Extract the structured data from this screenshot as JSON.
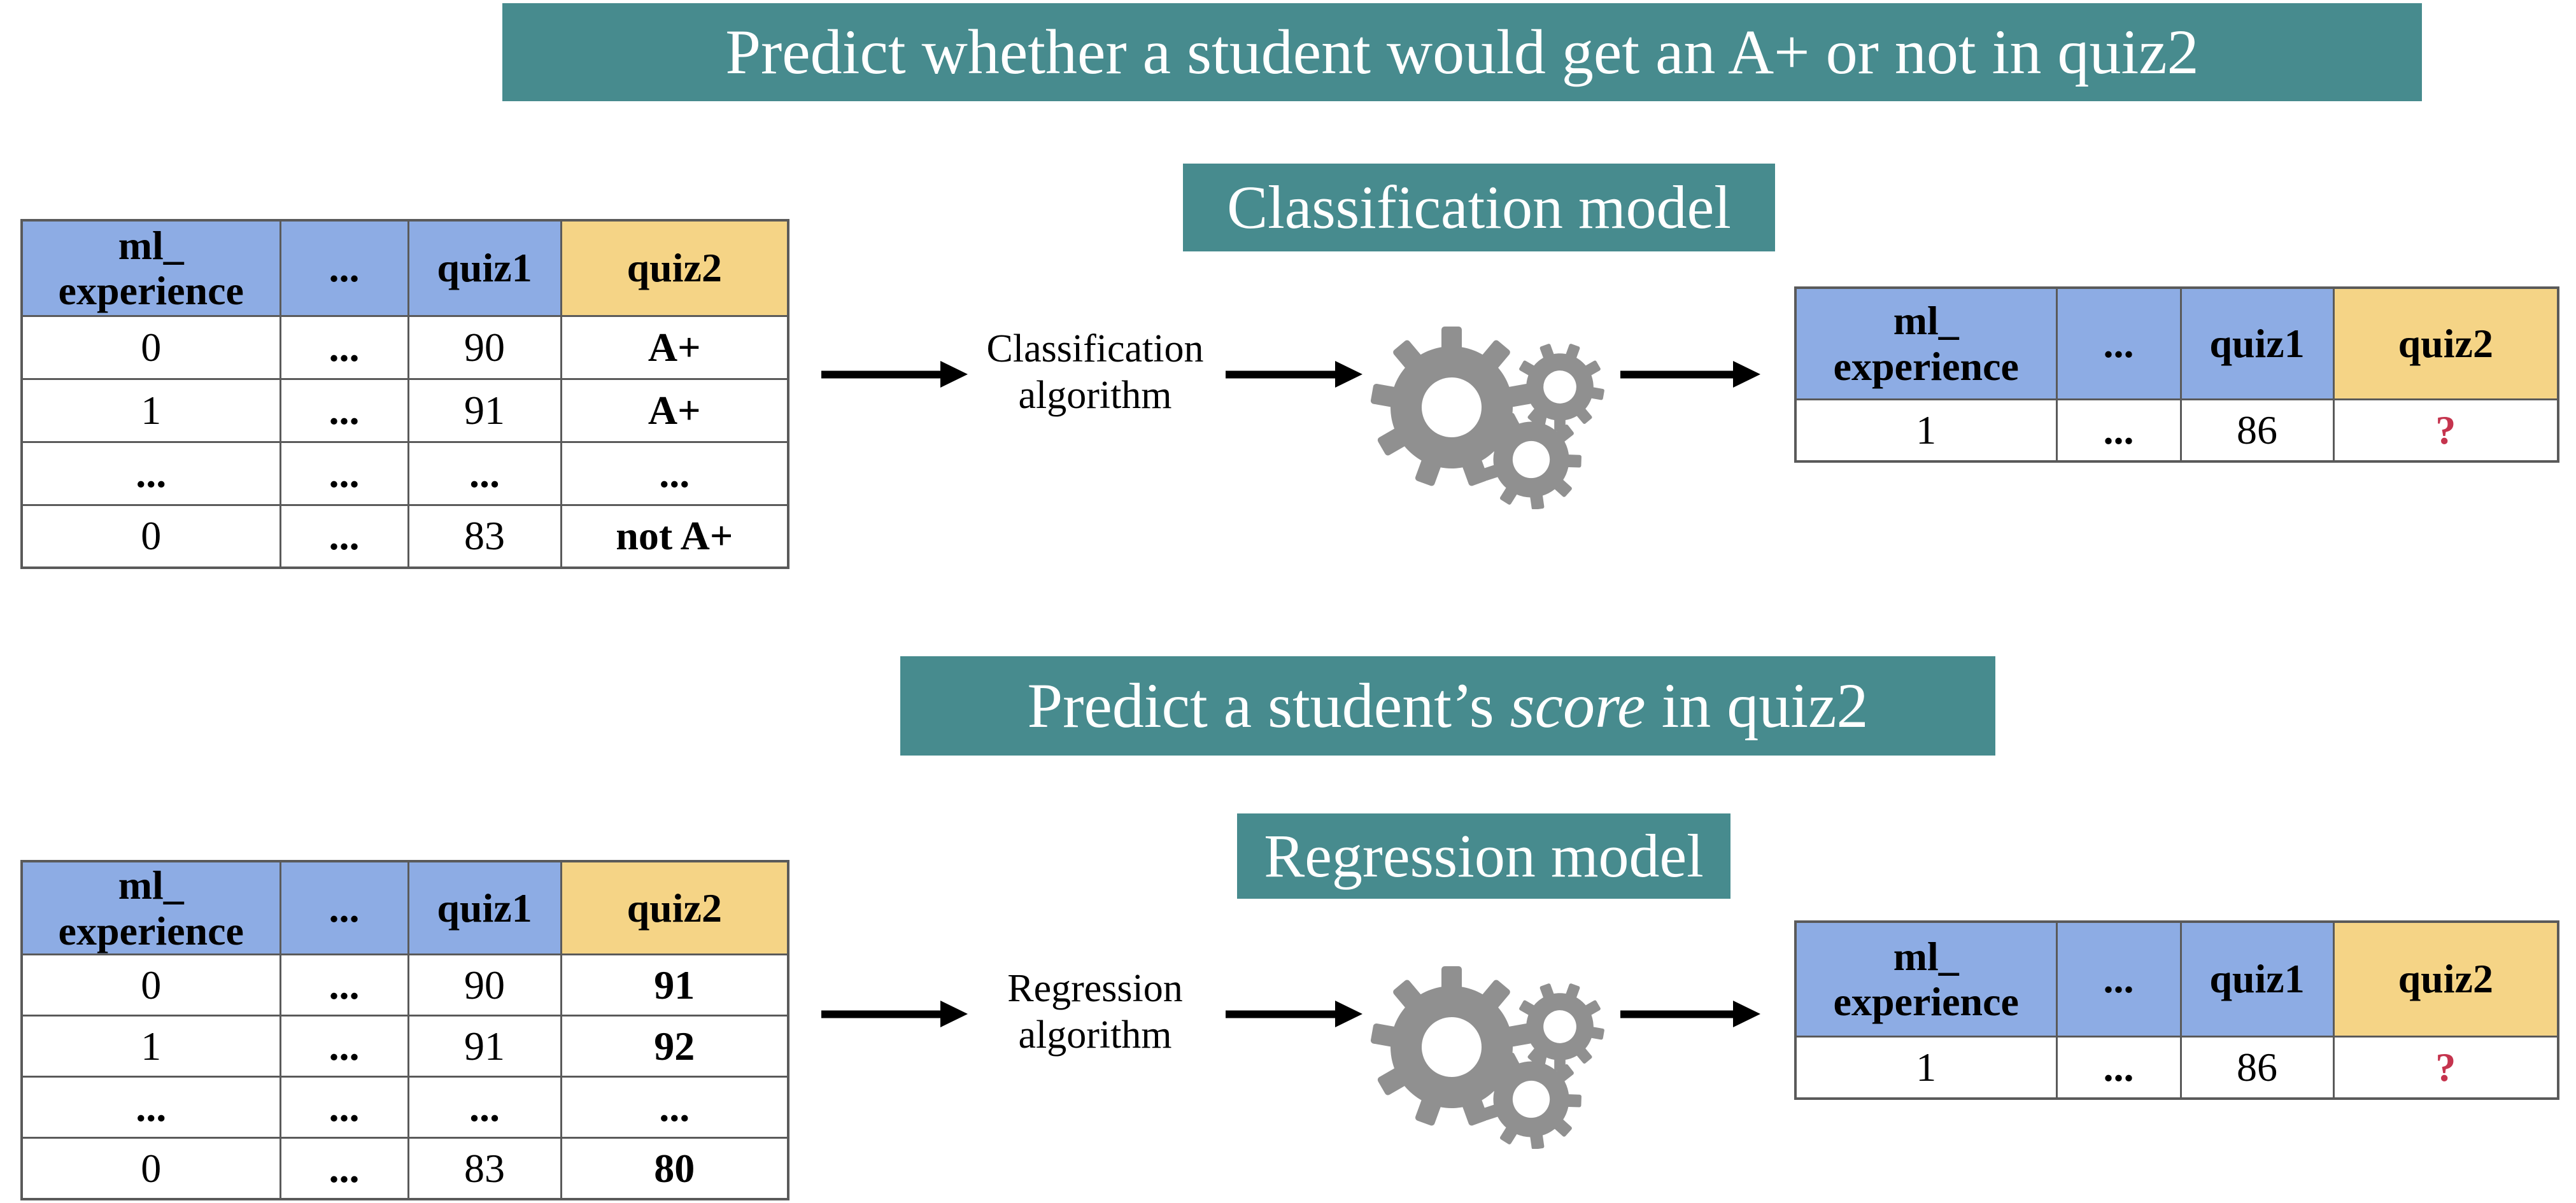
{
  "colors": {
    "teal": "#478B8E",
    "header_blue": "#8DACE4",
    "header_orange": "#F5D486",
    "question_red": "#C5344E",
    "gear_gray": "#909090",
    "arrow_black": "#000000"
  },
  "classification": {
    "banner": "Predict whether a student would get an A+ or not in quiz2",
    "model_label": "Classification model",
    "algorithm_label": "Classification\nalgorithm",
    "train_table": {
      "headers": [
        "ml_\nexperience",
        "...",
        "quiz1",
        "quiz2"
      ],
      "rows": [
        [
          "0",
          "...",
          "90",
          "A+"
        ],
        [
          "1",
          "...",
          "91",
          "A+"
        ],
        [
          "...",
          "...",
          "...",
          "..."
        ],
        [
          "0",
          "...",
          "83",
          "not A+"
        ]
      ]
    },
    "predict_table": {
      "headers": [
        "ml_\nexperience",
        "...",
        "quiz1",
        "quiz2"
      ],
      "row": [
        "1",
        "...",
        "86",
        "?"
      ]
    }
  },
  "regression": {
    "banner_pre": "Predict a student’s ",
    "banner_italic": "score",
    "banner_post": " in quiz2",
    "model_label": "Regression model",
    "algorithm_label": "Regression\nalgorithm",
    "train_table": {
      "headers": [
        "ml_\nexperience",
        "...",
        "quiz1",
        "quiz2"
      ],
      "rows": [
        [
          "0",
          "...",
          "90",
          "91"
        ],
        [
          "1",
          "...",
          "91",
          "92"
        ],
        [
          "...",
          "...",
          "...",
          "..."
        ],
        [
          "0",
          "...",
          "83",
          "80"
        ]
      ]
    },
    "predict_table": {
      "headers": [
        "ml_\nexperience",
        "...",
        "quiz1",
        "quiz2"
      ],
      "row": [
        "1",
        "...",
        "86",
        "?"
      ]
    }
  }
}
